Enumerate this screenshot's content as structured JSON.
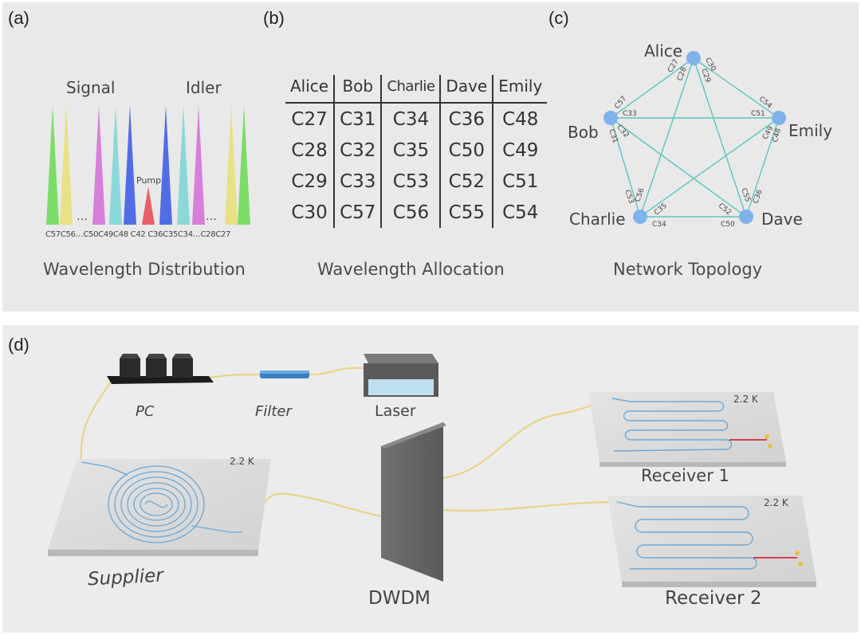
{
  "panels": {
    "a": {
      "label": "(a)",
      "caption": "Wavelength Distribution",
      "signal_label": "Signal",
      "idler_label": "Idler",
      "pump_label": "Pump",
      "ellipsis": "…",
      "channels_left": [
        "C57",
        "C56",
        "…",
        "C50",
        "C49",
        "C48"
      ],
      "pump_channel": "C42",
      "channels_right": [
        "C36",
        "C35",
        "C34",
        "…",
        "C28",
        "C27"
      ],
      "colors": {
        "green": "#6fdc5a",
        "yellow": "#e8e07a",
        "magenta": "#d573d9",
        "cyan": "#7fd6d8",
        "blue": "#3f5fe6",
        "red": "#e8505a"
      }
    },
    "b": {
      "label": "(b)",
      "caption": "Wavelength Allocation",
      "headers": [
        "Alice",
        "Bob",
        "Charlie",
        "Dave",
        "Emily"
      ],
      "rows": [
        [
          "C27",
          "C31",
          "C34",
          "C36",
          "C48"
        ],
        [
          "C28",
          "C32",
          "C35",
          "C50",
          "C49"
        ],
        [
          "C29",
          "C33",
          "C53",
          "C52",
          "C51"
        ],
        [
          "C30",
          "C57",
          "C56",
          "C55",
          "C54"
        ]
      ]
    },
    "c": {
      "label": "(c)",
      "caption": "Network Topology",
      "nodes": [
        "Alice",
        "Bob",
        "Emily",
        "Charlie",
        "Dave"
      ],
      "edge_labels": [
        "C27",
        "C28",
        "C29",
        "C30",
        "C57",
        "C33",
        "C31",
        "C32",
        "C54",
        "C51",
        "C49",
        "C48",
        "C53",
        "C56",
        "C35",
        "C34",
        "C55",
        "C36",
        "C52",
        "C50"
      ],
      "node_color": "#7fb2ea",
      "edge_color": "#5fc4c2"
    },
    "d": {
      "label": "(d)",
      "components": {
        "pc": "PC",
        "filter": "Filter",
        "laser": "Laser",
        "supplier": "Supplier",
        "dwdm": "DWDM",
        "receiver1": "Receiver 1",
        "receiver2": "Receiver 2"
      },
      "temperature": "2.2 K",
      "fiber_color": "#e8d48a",
      "waveguide_color": "#6aa8d8"
    }
  }
}
